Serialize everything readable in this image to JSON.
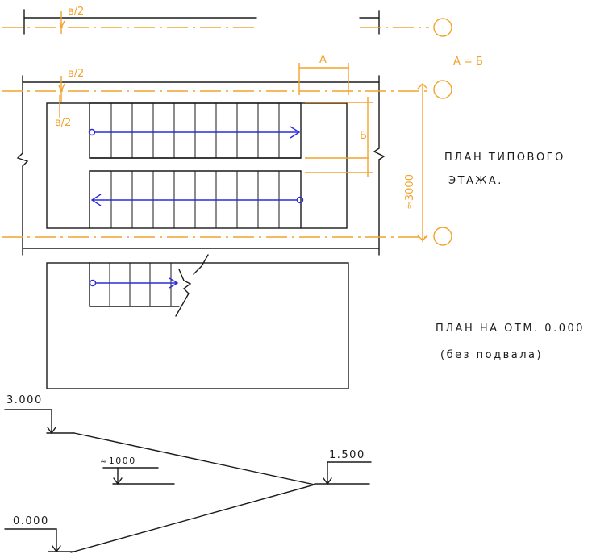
{
  "annotations": {
    "b_half_top": "в/2",
    "b_half_mid": "в/2",
    "b_half_left": "в/2",
    "dim_a": "А",
    "dim_b": "Б",
    "equation": "А = Б",
    "dim_3000": "≈3000"
  },
  "titles": {
    "typical_floor_line1": "ПЛАН ТИПОВОГО",
    "typical_floor_line2": "ЭТАЖА.",
    "ground_floor_line1": "ПЛАН НА ОТМ. 0.000",
    "ground_floor_line2": "(без подвала)"
  },
  "elevations": {
    "top": "3.000",
    "landing": "1.500",
    "bottom": "0.000",
    "riser_note": "≈1000"
  },
  "colors": {
    "ink": "#1a1a1a",
    "axis": "#f2a32b",
    "walk_line": "#2b2bdc"
  }
}
